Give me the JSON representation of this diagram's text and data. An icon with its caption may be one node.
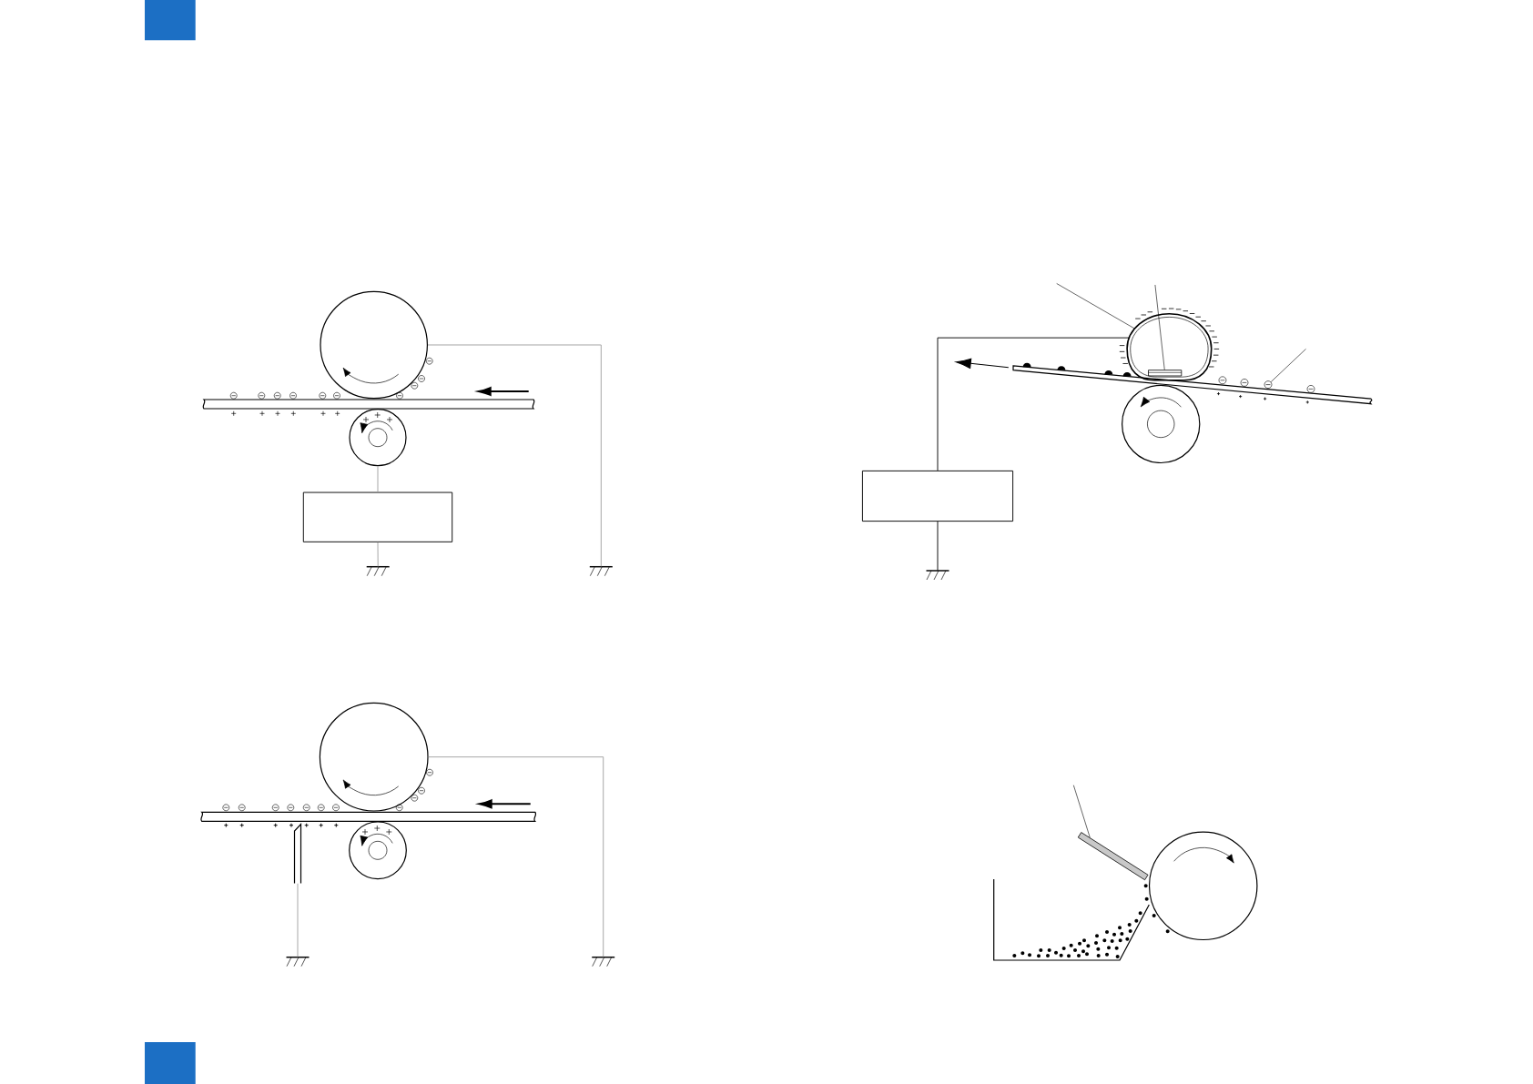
{
  "diagram": {
    "nodes": [
      {
        "text": [],
        "shape": "circle"
      },
      {
        "text": [],
        "shape": "circle"
      },
      {
        "text": [],
        "shape": "box"
      },
      {
        "text": [],
        "shape": "ground"
      },
      {
        "text": [],
        "shape": "ground"
      },
      {
        "text": [],
        "shape": "oval"
      },
      {
        "text": [],
        "shape": "bar",
        "in": 5
      },
      {
        "text": [],
        "shape": "circle"
      },
      {
        "text": [],
        "shape": "circle"
      },
      {
        "text": [],
        "shape": "box"
      },
      {
        "text": [],
        "shape": "ground"
      },
      {
        "text": [],
        "shape": "circle"
      },
      {
        "text": [],
        "shape": "circle"
      },
      {
        "text": [],
        "shape": "bar"
      },
      {
        "text": [],
        "shape": "ground"
      },
      {
        "text": [],
        "shape": "ground"
      },
      {
        "text": [],
        "shape": "bar"
      },
      {
        "text": [],
        "shape": "circle"
      }
    ],
    "edges": [
      {
        "from": 0,
        "to": 4,
        "arrow": "none",
        "color": "#a0a0a0"
      },
      {
        "from": 1,
        "to": 2,
        "arrow": "none",
        "color": "#a0a0a0"
      },
      {
        "from": 2,
        "to": 3,
        "arrow": "none",
        "color": "#a0a0a0"
      },
      {
        "from": null,
        "to": 5,
        "arrow": "none"
      },
      {
        "from": null,
        "to": 6,
        "arrow": "none"
      },
      {
        "from": null,
        "to": 7,
        "arrow": "none"
      },
      {
        "from": 5,
        "to": 9,
        "arrow": "none"
      },
      {
        "from": 9,
        "to": 10,
        "arrow": "none"
      },
      {
        "from": 11,
        "to": 15,
        "arrow": "none",
        "color": "#a0a0a0"
      },
      {
        "from": 13,
        "to": 14,
        "arrow": "none",
        "color": "#a0a0a0"
      },
      {
        "from": null,
        "to": 16,
        "arrow": "none"
      }
    ]
  }
}
